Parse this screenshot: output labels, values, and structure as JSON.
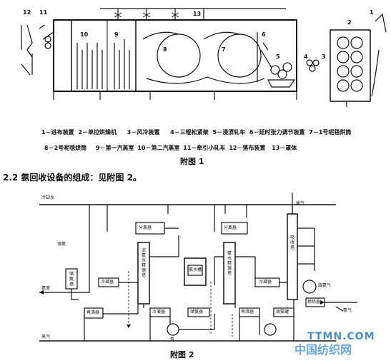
{
  "figure1": {
    "numbers": [
      "12",
      "11",
      "10",
      "9",
      "13",
      "8",
      "7",
      "6",
      "5",
      "4",
      "3",
      "2",
      "1"
    ],
    "legend": [
      "1－进布装置",
      "2－单拉烘燥机",
      "3－风冷装置",
      "4－三辊松紧架",
      "5－浸渍轧车",
      "6－延时张力调节装置",
      "7－1号呢毯烘筒",
      "8－2号呢毯烘筒",
      "9－第一汽蒸室",
      "10－第二汽蒸室",
      "11－牵引小轧车",
      "12－落布装置",
      "13－罩体"
    ],
    "caption": "附图 1"
  },
  "section_title": "2.2  氨回收设备的组成：见附图 2。",
  "figure2": {
    "labels": {
      "cooling_water": "冷却水",
      "exhaust": "尾气",
      "ammonia_liquid": "氨液",
      "steam": "蒸汽",
      "liquid_ammonia_in": "液氨",
      "separator_1": "分离器",
      "separator_2": "分离器",
      "column_1": "浓氨水精馏塔",
      "column_2": "氨水精馏塔",
      "condenser_1": "冷凝器",
      "condenser_2": "冷凝器",
      "condenser_3": "冷凝器",
      "reboiler_1": "再沸器",
      "reboiler_2": "再沸器",
      "storage_1": "储氨器",
      "storage_2": "储氨器",
      "storage_tank": "液氨罐",
      "buffer_tank": "氨水槽",
      "pump": "泵",
      "waste_ammonia_gas": "废氨气",
      "absorber": "吸收塔",
      "heat_exchanger": "换热器",
      "ammonia_gas": "氨气"
    },
    "caption": "附图 2"
  },
  "watermark": {
    "url": "TTMN.COM",
    "site": "中国纺织网"
  }
}
